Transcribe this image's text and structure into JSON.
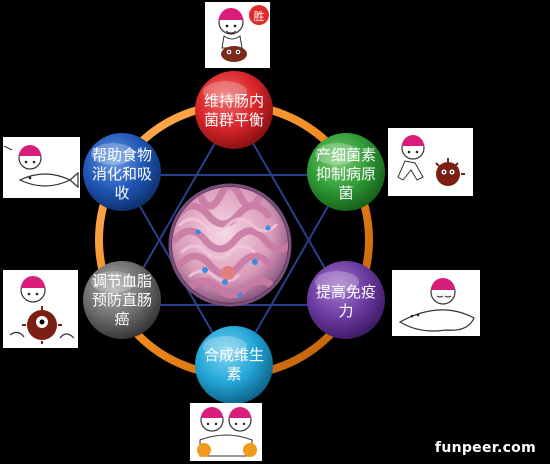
{
  "diagram": {
    "nodes": [
      {
        "id": "top",
        "lines": [
          "维持肠内",
          "菌群平衡"
        ],
        "color": "#d9262a"
      },
      {
        "id": "upper-right",
        "lines": [
          "产细菌素",
          "抑制病原",
          "菌"
        ],
        "color": "#2f9a35"
      },
      {
        "id": "lower-right",
        "lines": [
          "提高免疫",
          "力"
        ],
        "color": "#6b3aa0"
      },
      {
        "id": "bottom",
        "lines": [
          "合成维生",
          "素"
        ],
        "color": "#22a5d6"
      },
      {
        "id": "lower-left",
        "lines": [
          "调节血脂",
          "预防直肠",
          "癌"
        ],
        "color": "#6d6d6d"
      },
      {
        "id": "upper-left",
        "lines": [
          "帮助食物",
          "消化和吸",
          "收"
        ],
        "color": "#1f57b6"
      }
    ],
    "colors": {
      "ring": "#f08a1e",
      "lines": "#2b3f8e",
      "background": "#000000"
    },
    "center_image": "intestine-photo",
    "cartoons": [
      "cartoon-victory",
      "cartoon-fighting-germ",
      "cartoon-fishing",
      "cartoon-sleeping",
      "cartoon-fighting-germ-2",
      "cartoon-twin-babies"
    ],
    "badge_text": "胜"
  },
  "watermark": "funpeer.com"
}
